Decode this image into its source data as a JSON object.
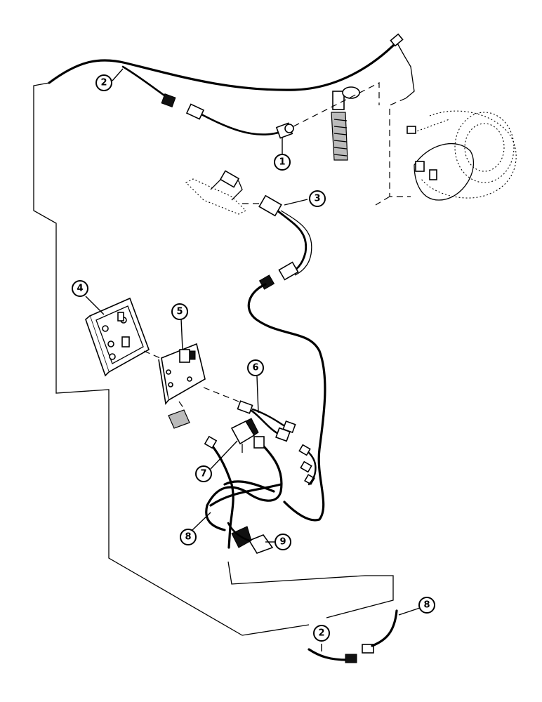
{
  "callouts": [
    {
      "id": "c1",
      "label": "1"
    },
    {
      "id": "c2a",
      "label": "2"
    },
    {
      "id": "c2b",
      "label": "2"
    },
    {
      "id": "c3",
      "label": "3"
    },
    {
      "id": "c4",
      "label": "4"
    },
    {
      "id": "c5",
      "label": "5"
    },
    {
      "id": "c6",
      "label": "6"
    },
    {
      "id": "c7",
      "label": "7"
    },
    {
      "id": "c8a",
      "label": "8"
    },
    {
      "id": "c8b",
      "label": "8"
    },
    {
      "id": "c9",
      "label": "9"
    }
  ],
  "colors": {
    "line": "#000000",
    "background": "#ffffff"
  }
}
